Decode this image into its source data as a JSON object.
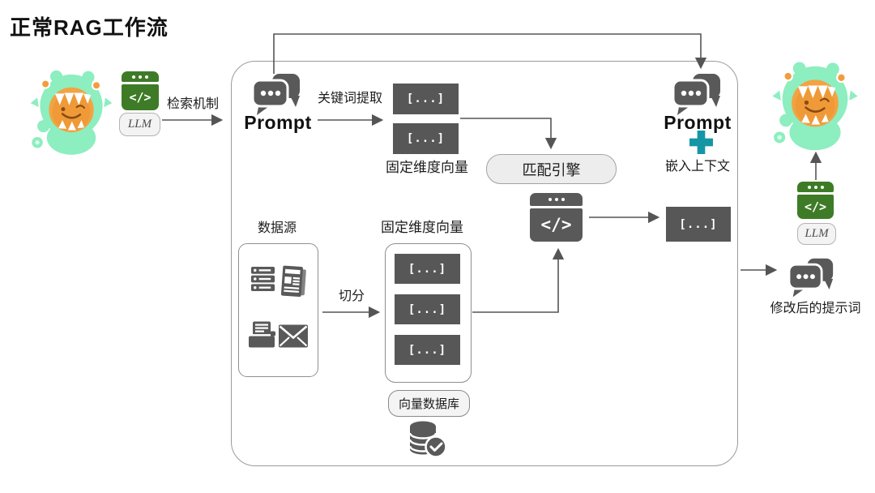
{
  "title": "正常RAG工作流",
  "colors": {
    "icon_gray": "#595959",
    "vector_box_gray": "#575757",
    "code_green": "#3e7b27",
    "plus_teal": "#1596a5",
    "mascot_green": "#8deec0",
    "mascot_orange": "#f2a344"
  },
  "icons": {
    "code_glyph": "</>",
    "mascot": "dino-mascot",
    "chat_bubbles": "speech-bubbles-with-dots",
    "plus": "+",
    "database_check": "database-with-checkmark",
    "datasource_glyphs": [
      "server-stack",
      "newspaper",
      "document-tray",
      "envelope"
    ]
  },
  "left_flow": {
    "llm_label": "LLM",
    "retrieval_arrow_label": "检索机制"
  },
  "pipeline_box": {
    "prompt_label": "Prompt",
    "keyword_arrow_label": "关键词提取",
    "query_vectors": [
      "[...]",
      "[...]"
    ],
    "query_vectors_caption": "固定维度向量",
    "match_engine_label": "匹配引擎",
    "datasource_label": "数据源",
    "split_arrow_label": "切分",
    "doc_vectors_caption": "固定维度向量",
    "doc_vectors": [
      "[...]",
      "[...]",
      "[...]"
    ],
    "vector_db_label": "向量数据库",
    "result_vector": "[...]",
    "right_prompt_label": "Prompt",
    "embed_context_label": "嵌入上下文"
  },
  "right_flow": {
    "llm_label": "LLM",
    "modified_prompt_label": "修改后的提示词"
  }
}
